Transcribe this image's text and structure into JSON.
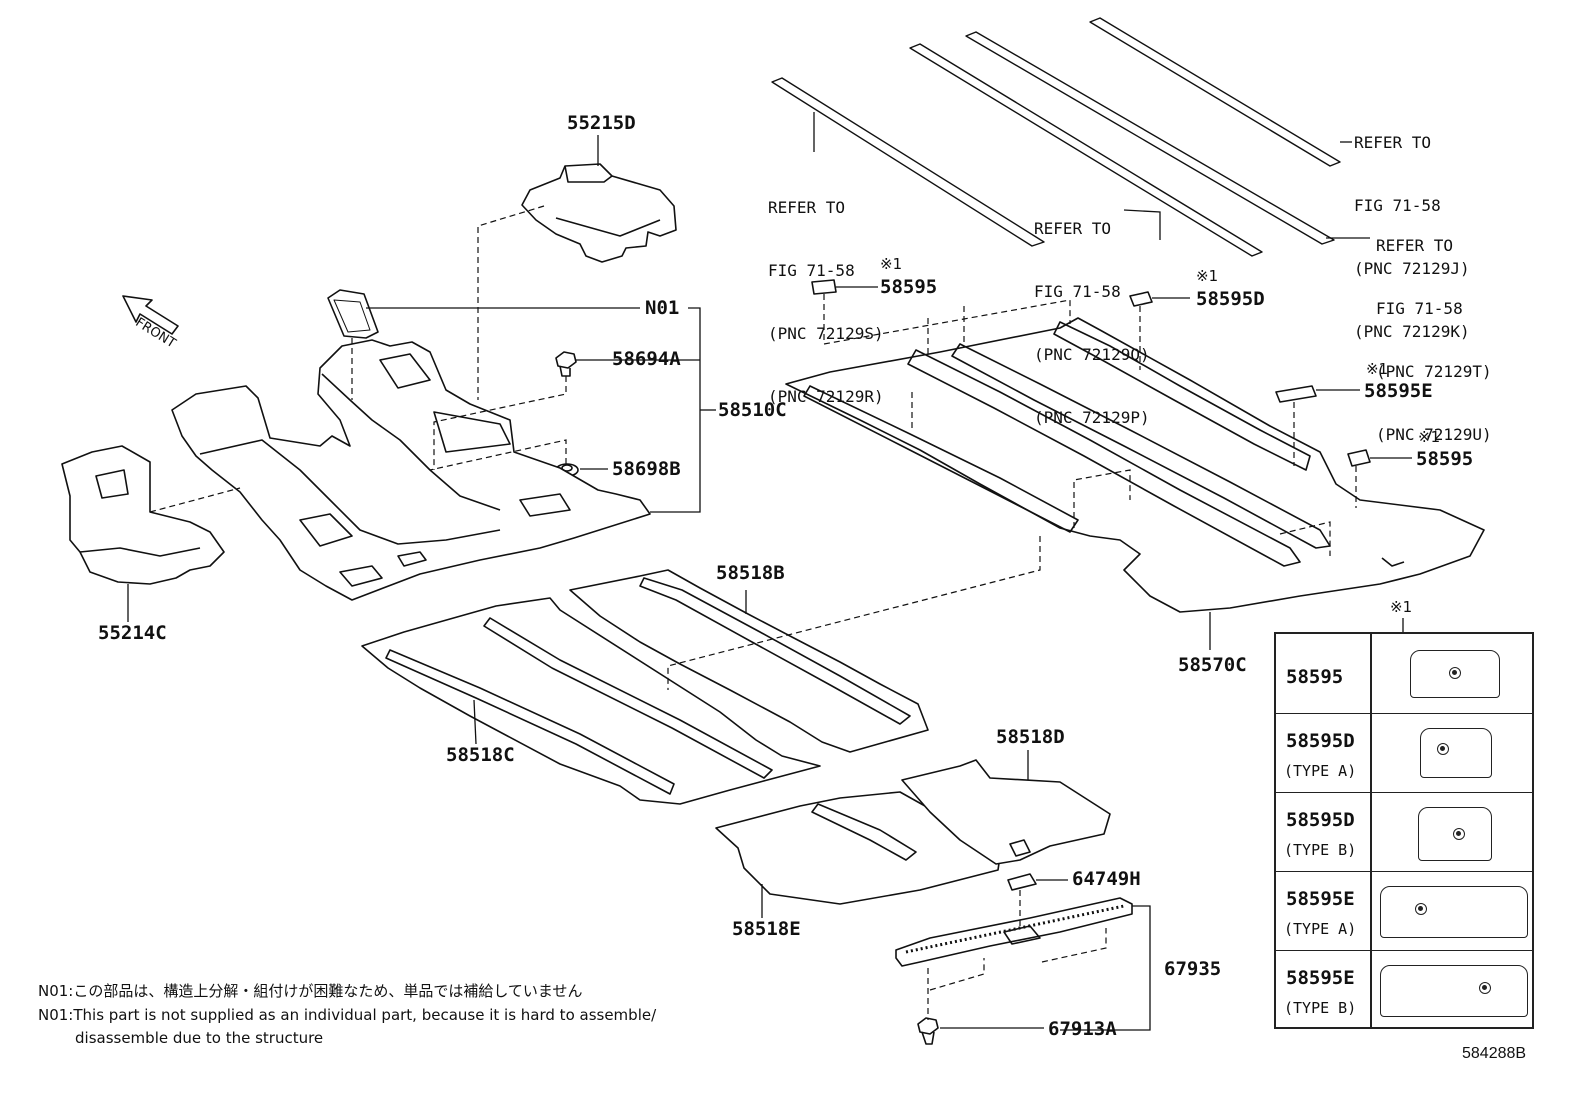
{
  "labels": {
    "p55215D": "55215D",
    "pN01": "N01",
    "p58694A": "58694A",
    "p58510C": "58510C",
    "p58698B": "58698B",
    "p55214C": "55214C",
    "p58518B": "58518B",
    "p58518C": "58518C",
    "p58518D": "58518D",
    "p58518E": "58518E",
    "p64749H": "64749H",
    "p67935": "67935",
    "p67913A": "67913A",
    "p58570C": "58570C",
    "p58595a": "58595",
    "p58595D": "58595D",
    "p58595E": "58595E",
    "p58595b": "58595"
  },
  "front_label": "FRONT",
  "note_marks": {
    "m1": "※1",
    "m2": "※1",
    "m3": "※1",
    "m4": "※1",
    "table_mark": "※1"
  },
  "refer_notes": [
    {
      "lines": [
        "REFER TO",
        "FIG 71-58",
        "(PNC 72129S)",
        "(PNC 72129R)"
      ]
    },
    {
      "lines": [
        "REFER TO",
        "FIG 71-58",
        "(PNC 72129Q)",
        "(PNC 72129P)"
      ]
    },
    {
      "lines": [
        "REFER TO",
        "FIG 71-58",
        "(PNC 72129J)",
        "(PNC 72129K)"
      ]
    },
    {
      "lines": [
        "REFER TO",
        "FIG 71-58",
        "(PNC 72129T)",
        "(PNC 72129U)"
      ]
    }
  ],
  "footnotes": {
    "jp": "N01:この部品は、構造上分解・組付けが困難なため、単品では補給していません",
    "en1": "N01:This part is not supplied as an individual part, because it is hard to assemble/",
    "en2": "disassemble due to the structure"
  },
  "figure_id": "584288B",
  "parts_table": {
    "rows": [
      {
        "code": "58595",
        "type": ""
      },
      {
        "code": "58595D",
        "type": "(TYPE A)"
      },
      {
        "code": "58595D",
        "type": "(TYPE B)"
      },
      {
        "code": "58595E",
        "type": "(TYPE A)"
      },
      {
        "code": "58595E",
        "type": "(TYPE B)"
      }
    ]
  }
}
